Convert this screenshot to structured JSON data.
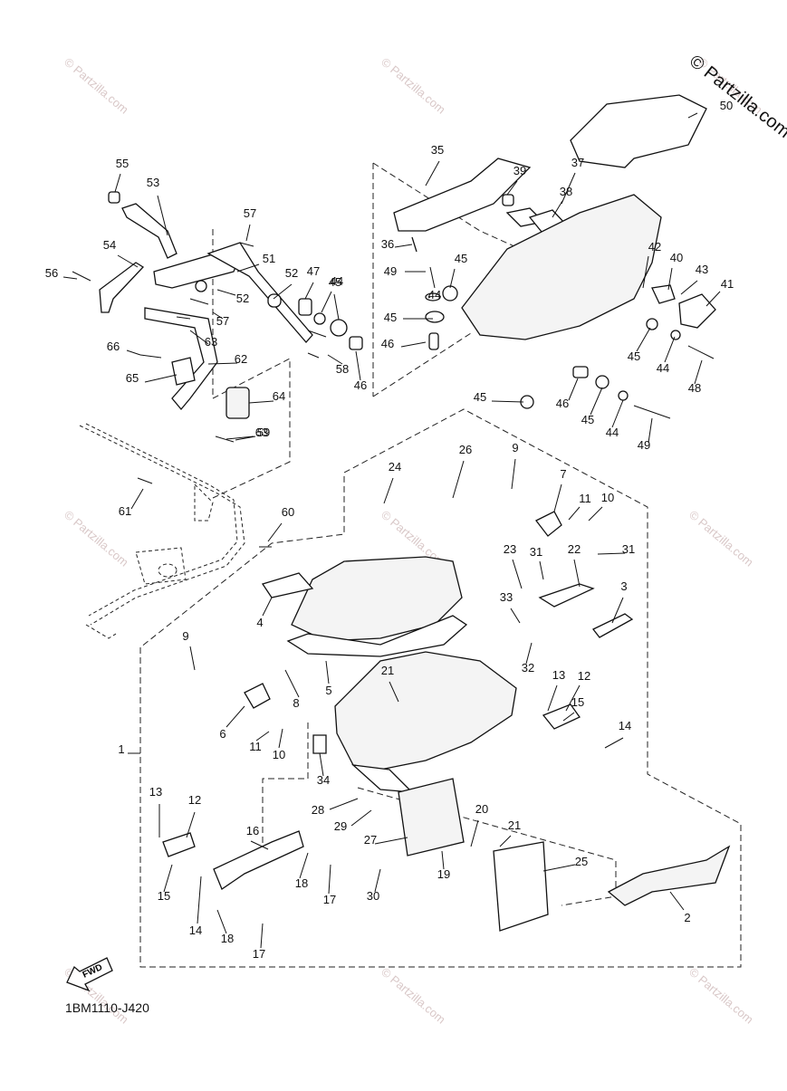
{
  "diagram": {
    "copyright": "© Partzilla.com",
    "watermark": "© Partzilla.com",
    "diagram_code": "1BM1110-J420",
    "direction_label": "FWD",
    "callouts": [
      "1",
      "2",
      "3",
      "4",
      "5",
      "6",
      "7",
      "8",
      "9",
      "9",
      "10",
      "10",
      "11",
      "11",
      "12",
      "12",
      "13",
      "13",
      "14",
      "14",
      "15",
      "15",
      "16",
      "17",
      "17",
      "18",
      "18",
      "19",
      "20",
      "21",
      "21",
      "22",
      "23",
      "24",
      "25",
      "26",
      "27",
      "28",
      "29",
      "30",
      "31",
      "31",
      "32",
      "33",
      "34",
      "35",
      "36",
      "37",
      "38",
      "39",
      "40",
      "41",
      "42",
      "43",
      "44",
      "44",
      "44",
      "44",
      "45",
      "45",
      "45",
      "45",
      "45",
      "45",
      "46",
      "46",
      "46",
      "47",
      "48",
      "49",
      "49",
      "50",
      "51",
      "52",
      "52",
      "53",
      "54",
      "55",
      "56",
      "57",
      "57",
      "58",
      "59",
      "60",
      "61",
      "62",
      "63",
      "63",
      "64",
      "65",
      "66"
    ]
  }
}
